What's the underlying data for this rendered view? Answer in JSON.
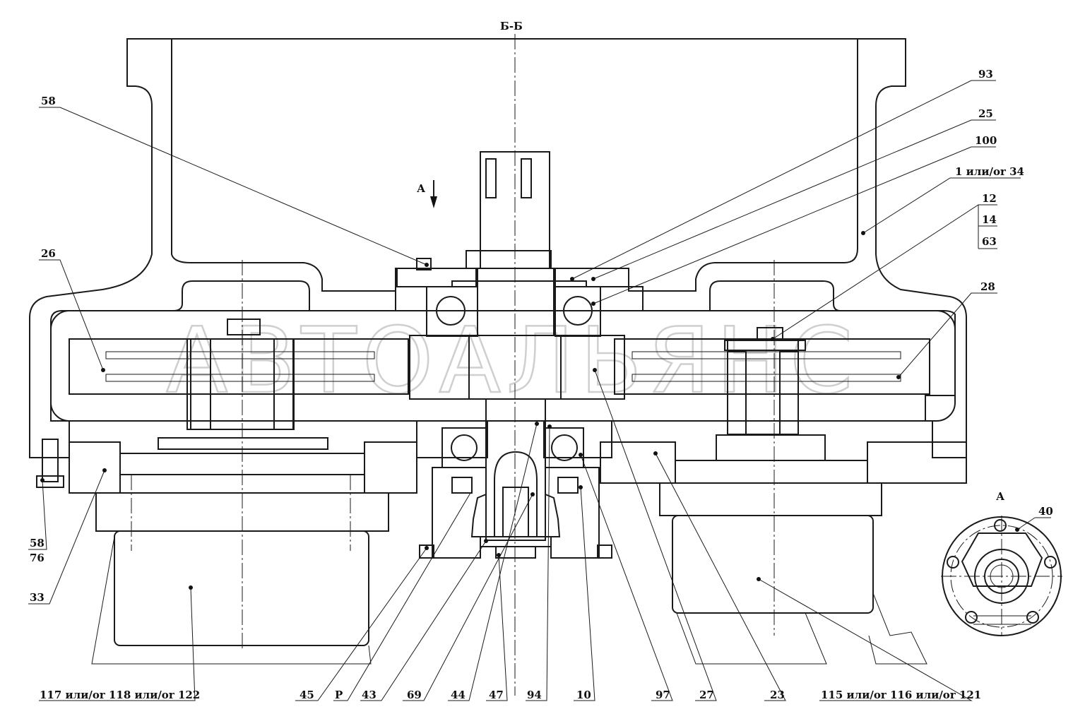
{
  "section_label": "Б-Б",
  "view_arrow_label": "А",
  "view_a": {
    "title": "А",
    "callout": "40"
  },
  "watermark": "АВТОАЛЬЯНС",
  "callouts_top": [
    "93",
    "25",
    "100",
    "1 или/or 34"
  ],
  "callouts_right_stack": [
    "12",
    "14",
    "63"
  ],
  "callouts_right": [
    "28"
  ],
  "callouts_left": [
    "58",
    "26"
  ],
  "callouts_left_bottom": [
    "58",
    "76",
    "33"
  ],
  "callouts_bottom": [
    "117 или/or 118 или/or 122",
    "45",
    "P",
    "43",
    "69",
    "44",
    "47",
    "94",
    "10",
    "97",
    "27",
    "23",
    "115 или/or 116 или/or 121"
  ]
}
